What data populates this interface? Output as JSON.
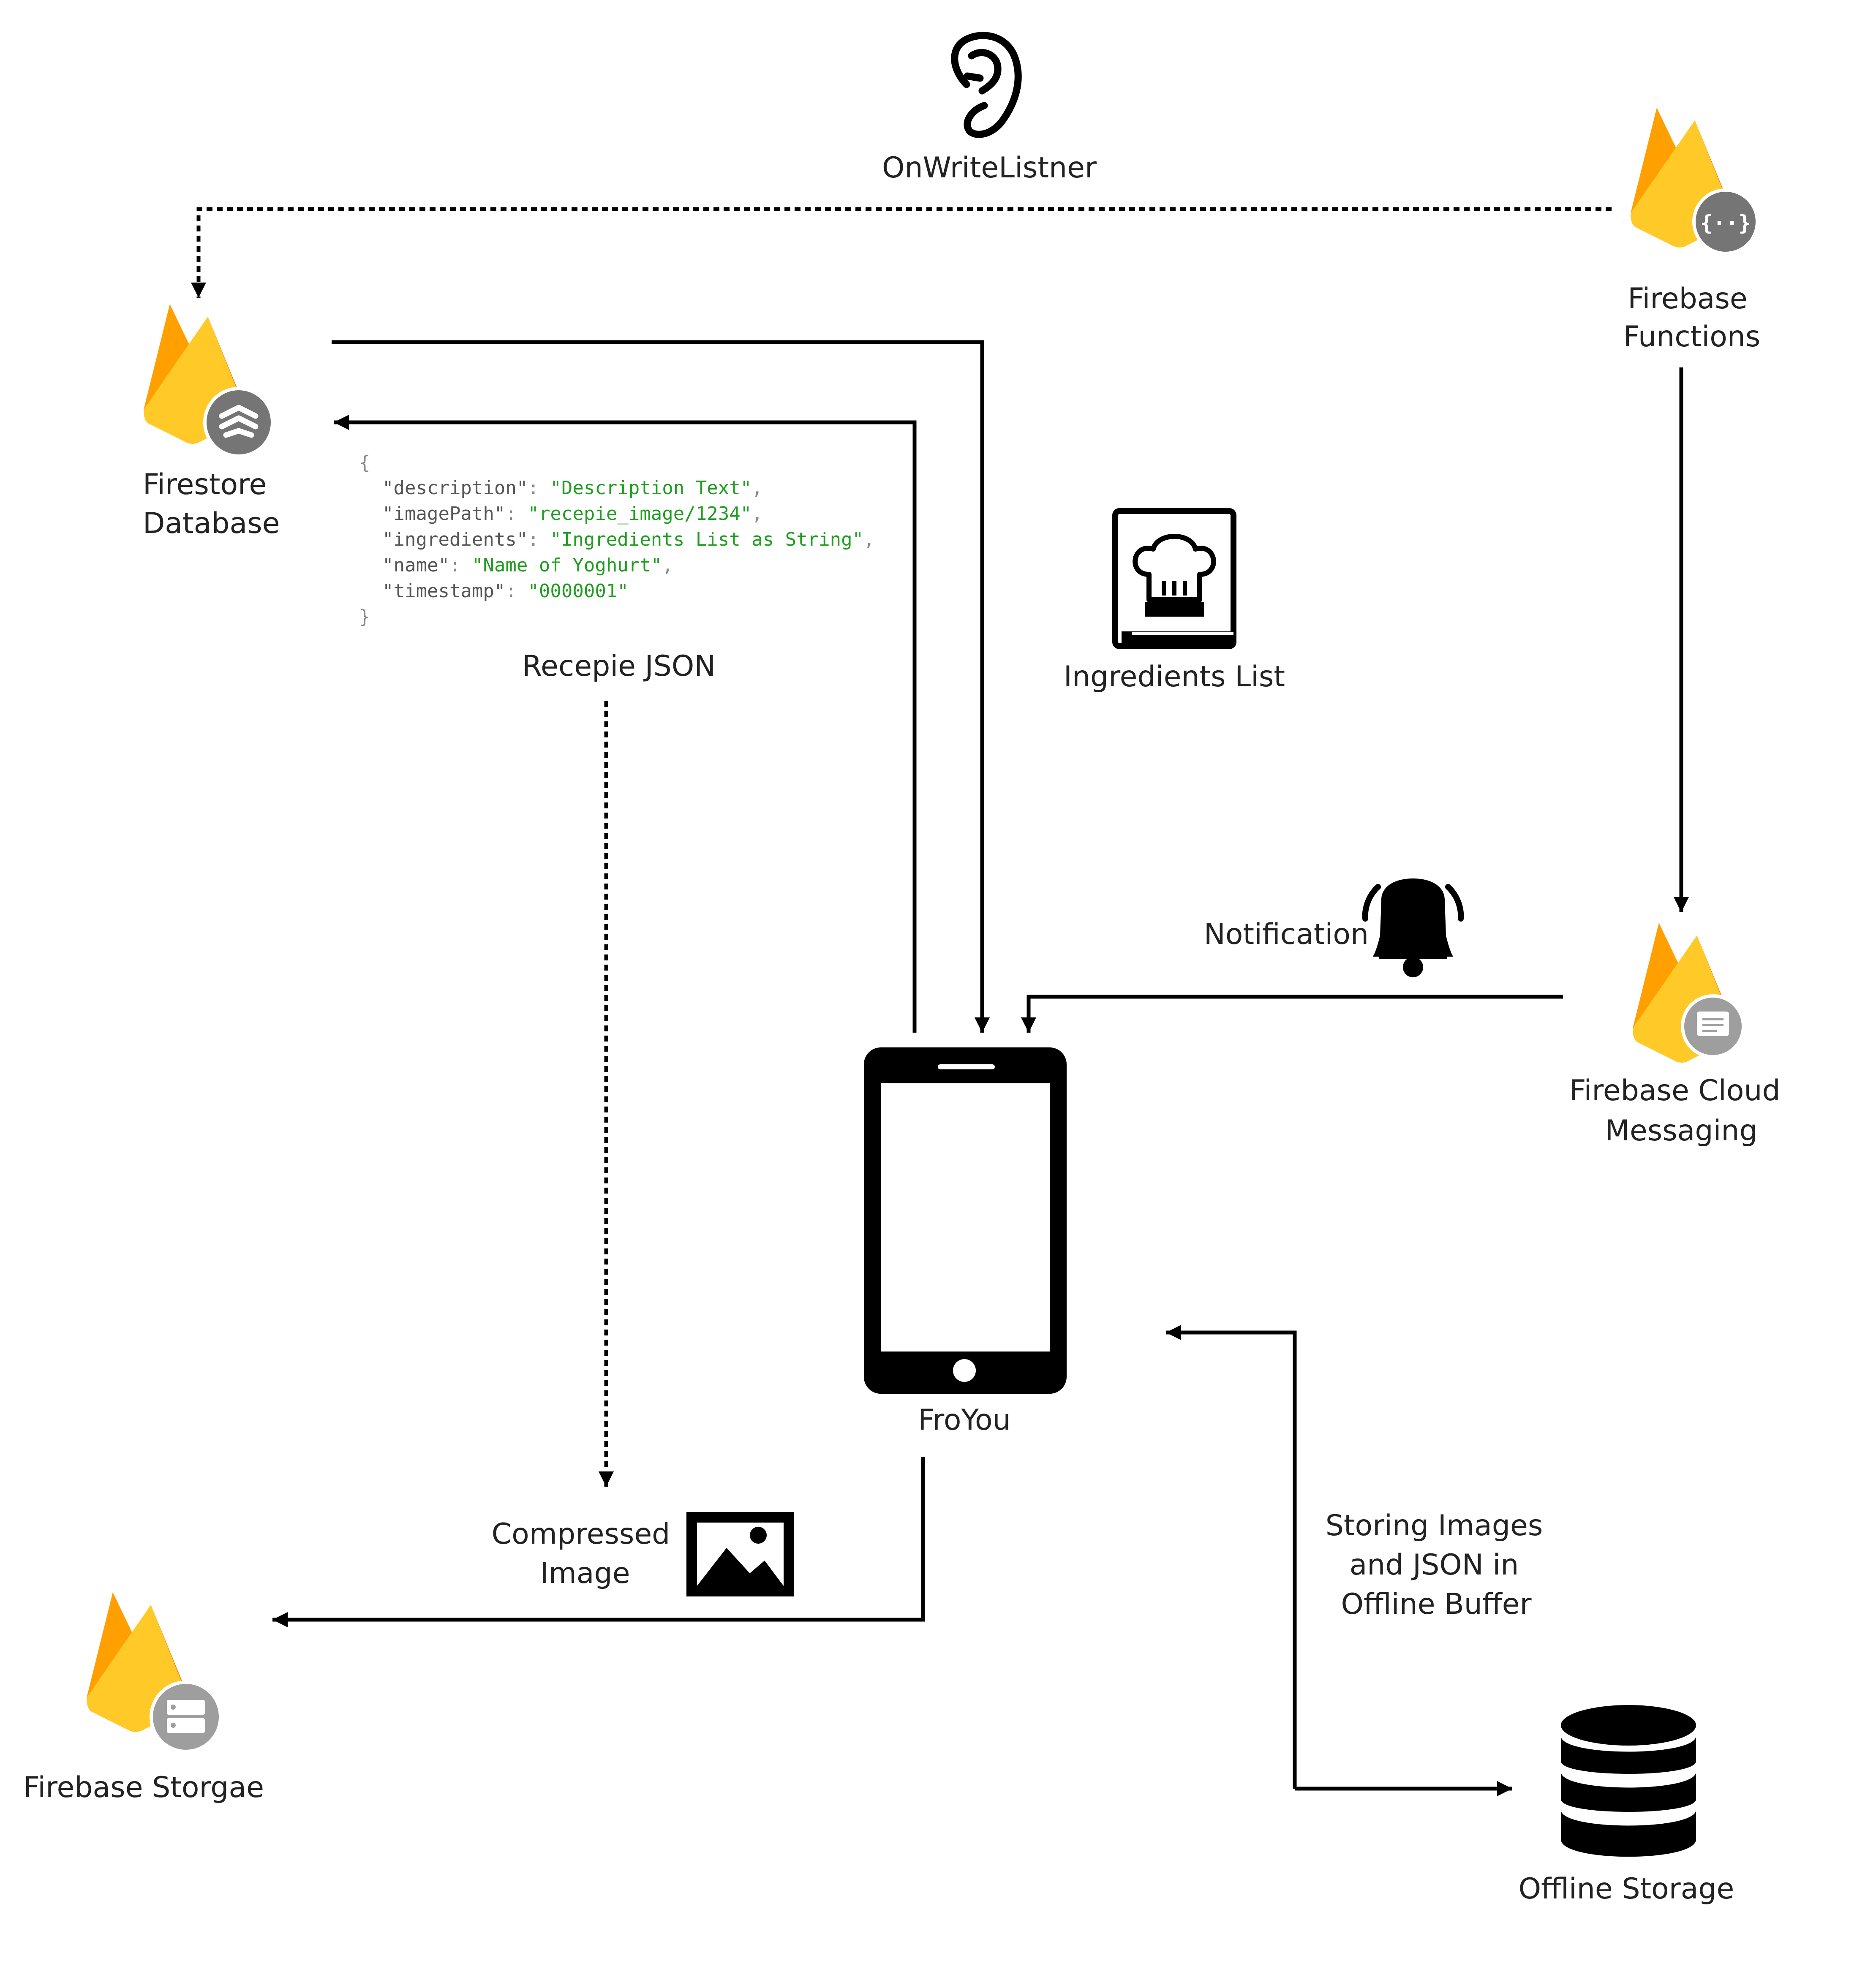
{
  "labels": {
    "onwrite_listener": "OnWriteListner",
    "firebase_functions_line1": "Firebase",
    "firebase_functions_line2": "Functions",
    "firestore_line1": "Firestore",
    "firestore_line2": "Database",
    "recipe_json": "Recepie JSON",
    "ingredients_list": "Ingredients List",
    "notification": "Notification",
    "fcm_line1": "Firebase Cloud",
    "fcm_line2": "Messaging",
    "froyou": "FroYou",
    "compressed_line1": "Compressed",
    "compressed_line2": "Image",
    "storing_line1": "Storing Images",
    "storing_line2": "and JSON in",
    "storing_line3": "Offline Buffer",
    "firebase_storage": "Firebase Storgae",
    "offline_storage": "Offline Storage"
  },
  "json_snippet": {
    "open": "{",
    "close": "}",
    "rows": [
      {
        "key": "\"description\"",
        "value": "\"Description Text\"",
        "trail": ","
      },
      {
        "key": "\"imagePath\"",
        "value": "\"recepie_image/1234\"",
        "trail": ","
      },
      {
        "key": "\"ingredients\"",
        "value": "\"Ingredients List as String\"",
        "trail": ","
      },
      {
        "key": "\"name\"",
        "value": "\"Name of Yoghurt\"",
        "trail": ","
      },
      {
        "key": "\"timestamp\"",
        "value": "\"0000001\"",
        "trail": ""
      }
    ]
  },
  "icons": {
    "firebase_functions": "firebase-functions-icon",
    "firestore": "firestore-icon",
    "fcm": "firebase-cloud-messaging-icon",
    "firebase_storage": "firebase-storage-icon",
    "listener": "ear-icon",
    "ingredients": "chef-hat-book-icon",
    "notification": "bell-icon",
    "image": "image-icon",
    "phone": "smartphone-icon",
    "database": "database-icon"
  },
  "colors": {
    "firebase_amber": "#FFA000",
    "firebase_orange": "#F57C00",
    "firebase_yellow": "#FFCA28",
    "badge_gray": "#757575",
    "json_string_green": "#1f9d1f"
  }
}
